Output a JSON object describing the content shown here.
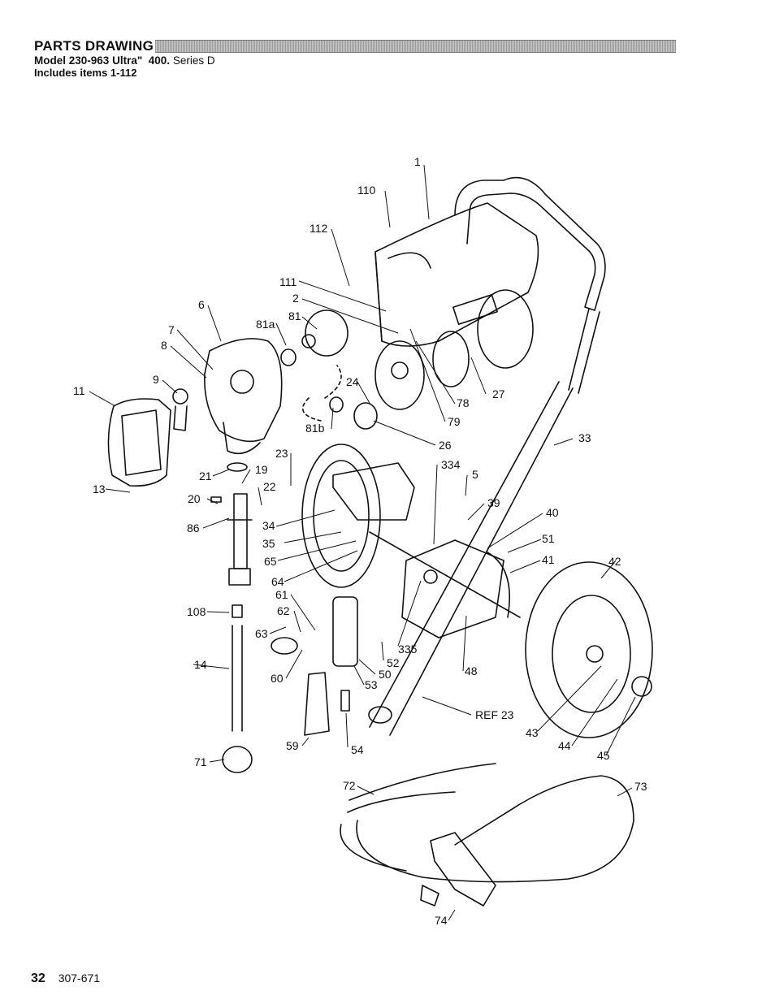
{
  "header": {
    "title": "PARTS DRAWING",
    "model_prefix": "Model",
    "model_number": "230-963",
    "product": "Ultra\"",
    "product_model": "400.",
    "series_label": "Series",
    "series": "D",
    "includes": "Includes items 1-112"
  },
  "footer": {
    "page_number": "32",
    "doc_number": "307-671"
  },
  "callouts": [
    "1",
    "110",
    "112",
    "111",
    "2",
    "6",
    "81",
    "81a",
    "7",
    "8",
    "9",
    "11",
    "27",
    "78",
    "79",
    "24",
    "81b",
    "26",
    "33",
    "23",
    "334",
    "5",
    "21",
    "19",
    "22",
    "13",
    "20",
    "39",
    "40",
    "34",
    "86",
    "35",
    "51",
    "65",
    "41",
    "42",
    "64",
    "61",
    "108",
    "62",
    "63",
    "335",
    "52",
    "14",
    "50",
    "60",
    "53",
    "48",
    "REF 23",
    "43",
    "44",
    "45",
    "59",
    "54",
    "71",
    "72",
    "73",
    "74"
  ]
}
